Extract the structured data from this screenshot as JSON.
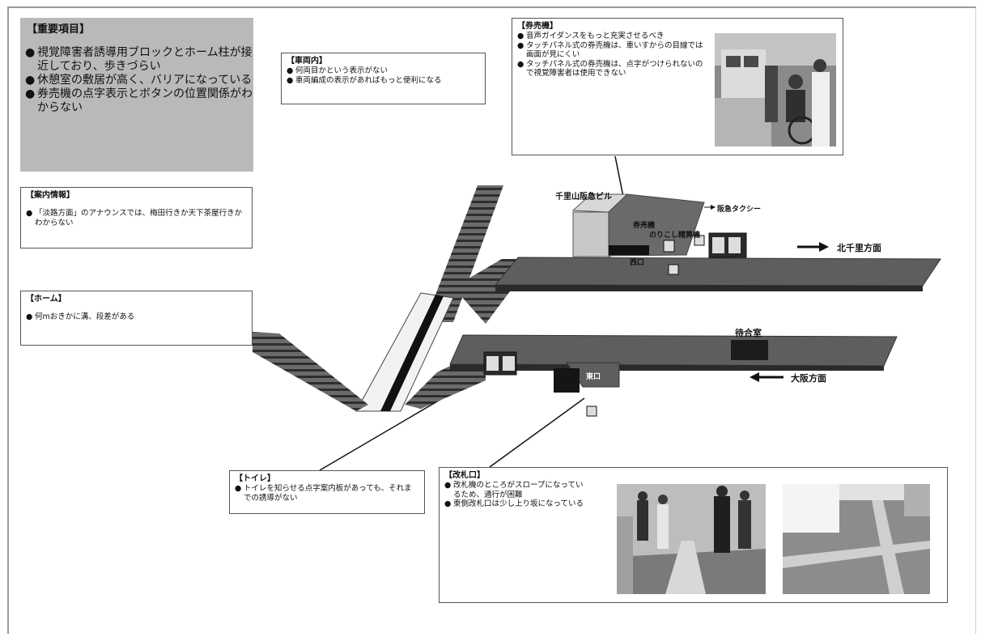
{
  "key_points": {
    "title": "【重要項目】",
    "items": [
      "視覚障害者誘導用ブロックとホーム柱が接近しており、歩きづらい",
      "休憩室の敷居が高く、バリアになっている",
      "券売機の点字表示とボタンの位置関係がわからない"
    ]
  },
  "info": {
    "title": "【案内情報】",
    "items": [
      "「淡路方面」のアナウンスでは、梅田行きか天下茶屋行きかわからない"
    ]
  },
  "platform": {
    "title": "【ホーム】",
    "items": [
      "何mおきかに溝、段差がある"
    ]
  },
  "train": {
    "title": "【車両内】",
    "items": [
      "何両目かという表示がない",
      "車両編成の表示があればもっと便利になる"
    ]
  },
  "ticket_machine": {
    "title": "【券売機】",
    "items": [
      "音声ガイダンスをもっと充実させるべき",
      "タッチパネル式の券売機は、車いすからの目線では画面が見にくい",
      "タッチパネル式の券売機は、点字がつけられないので視覚障害者は使用できない"
    ]
  },
  "toilet": {
    "title": "【トイレ】",
    "items": [
      "トイレを知らせる点字案内板があっても、それまでの誘導がない"
    ]
  },
  "gate": {
    "title": "【改札口】",
    "items": [
      "改札機のところがスロープになっているため、通行が困難",
      "東側改札口は少し上り坂になっている"
    ]
  },
  "map_labels": {
    "building": "千里山阪急ビル",
    "taxi": "阪急タクシー",
    "ticket": "券売機",
    "transfer": "のりこし精算機",
    "west_exit": "西口",
    "east_exit": "東口",
    "north": "北千里方面",
    "osaka": "大阪方面",
    "waiting": "待合室"
  },
  "colors": {
    "key_bg": "#b9b9b9",
    "platform_dark": "#5a5a5a",
    "stair_dark": "#3a3a3a"
  }
}
